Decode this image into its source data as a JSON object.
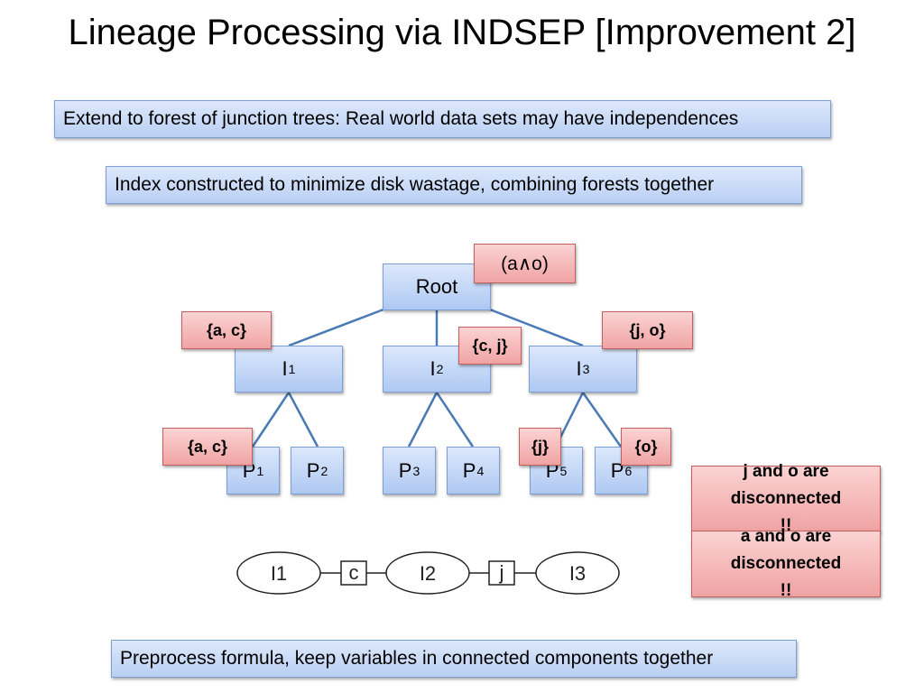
{
  "title": "Lineage Processing via INDSEP [Improvement 2]",
  "notes": {
    "extend": "Extend to forest of junction trees: Real world data sets may have independences",
    "index": "Index constructed to minimize disk wastage, combining forests together",
    "preprocess": "Preprocess formula, keep variables in connected components together"
  },
  "tree": {
    "root": "Root",
    "i_prefix": "I",
    "p_prefix": "P",
    "subscripts": {
      "i1": "1",
      "i2": "2",
      "i3": "3",
      "p1": "1",
      "p2": "2",
      "p3": "3",
      "p4": "4",
      "p5": "5",
      "p6": "6"
    }
  },
  "tags": {
    "root": "(a∧o)",
    "i1": "{a, c}",
    "i2": "{c, j}",
    "i3": "{j, o}",
    "p1": "{a, c}",
    "p5": "{j}",
    "p6": "{o}"
  },
  "callouts": {
    "jo": "j and o are disconnected !!",
    "ao": "a and o are disconnected !!"
  },
  "junction": {
    "nodes": [
      "I1",
      "I2",
      "I3"
    ],
    "separators": [
      "c",
      "j"
    ]
  },
  "colors": {
    "blue_fill": "#c9dbf7",
    "red_fill": "#f5b8b8",
    "edge": "#4a7ab5"
  }
}
